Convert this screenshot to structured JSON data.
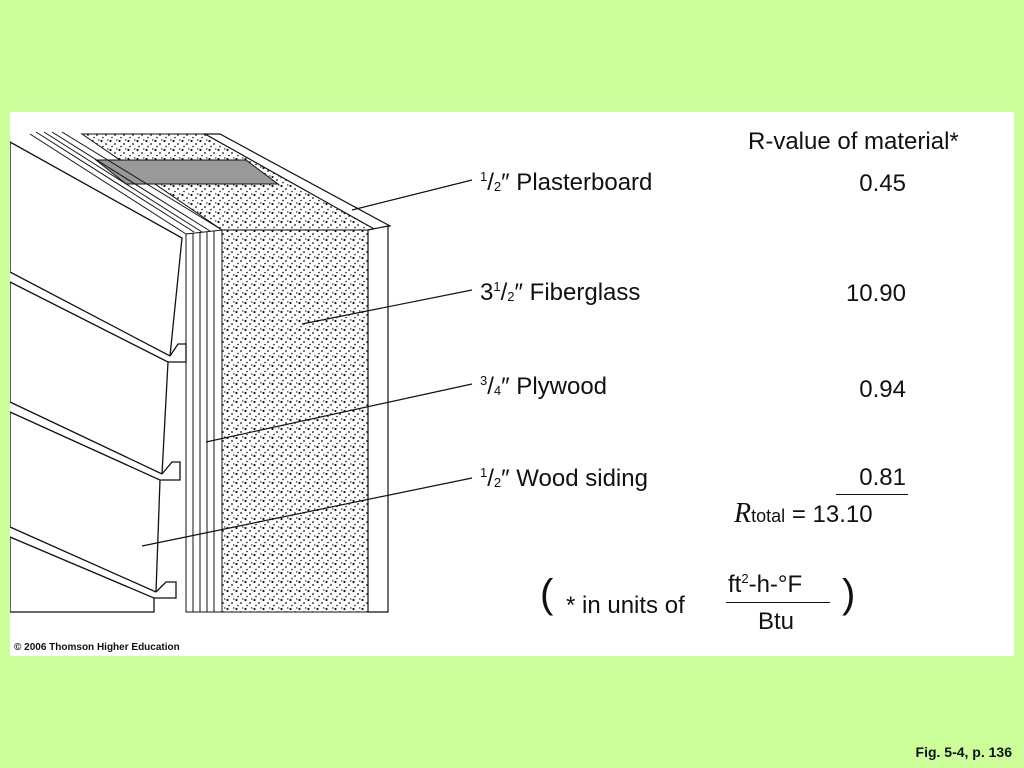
{
  "header": {
    "rvalue_title": "R-value of material*"
  },
  "layers": [
    {
      "num": "1",
      "den": "2",
      "whole": "",
      "rest": "″ Plasterboard",
      "value": "0.45"
    },
    {
      "num": "1",
      "den": "2",
      "whole": "3",
      "rest": "″ Fiberglass",
      "value": "10.90"
    },
    {
      "num": "3",
      "den": "4",
      "whole": "",
      "rest": "″ Plywood",
      "value": "0.94"
    },
    {
      "num": "1",
      "den": "2",
      "whole": "",
      "rest": "″ Wood siding",
      "value": "0.81"
    }
  ],
  "total": {
    "symbol": "R",
    "subscript": "total",
    "equals": "=",
    "value": "13.10"
  },
  "units_note": {
    "open": "(",
    "prefix": "* in units of",
    "num_a": "ft",
    "num_sup": "2",
    "num_b": "-h-°F",
    "den": "Btu",
    "close": ")"
  },
  "copyright": "© 2006 Thomson Higher Education",
  "caption": "Fig. 5-4, p. 136",
  "colors": {
    "background": "#ccff99",
    "panel": "#ffffff",
    "ink": "#111111",
    "band": "#999999"
  }
}
